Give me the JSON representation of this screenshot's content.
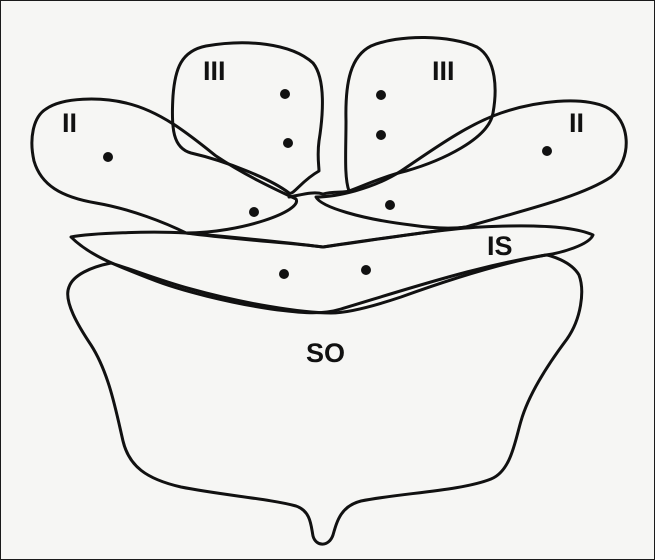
{
  "labels": {
    "left_lateral_plate": "II",
    "right_lateral_plate": "II",
    "left_upper_plate": "III",
    "right_upper_plate": "III",
    "intermediate_plate": "IS",
    "lower_plate": "SO"
  },
  "colors": {
    "background": "#f6f6f4",
    "outline": "#111111"
  }
}
